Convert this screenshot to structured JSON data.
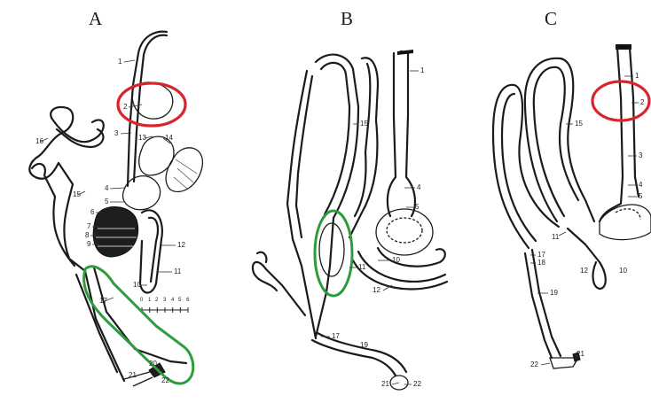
{
  "panels": [
    {
      "letter": "A"
    },
    {
      "letter": "B"
    },
    {
      "letter": "C"
    }
  ],
  "labels": {
    "A": [
      "1",
      "2",
      "3",
      "13",
      "14",
      "16",
      "15",
      "4",
      "5",
      "6",
      "7",
      "8",
      "9",
      "12",
      "11",
      "10",
      "17",
      "20",
      "21",
      "22"
    ],
    "B": [
      "1",
      "15",
      "4",
      "5",
      "10",
      "11",
      "12",
      "17",
      "19",
      "21",
      "22"
    ],
    "C": [
      "1",
      "2",
      "15",
      "3",
      "4",
      "5",
      "11",
      "17",
      "18",
      "12",
      "10",
      "19",
      "21",
      "22"
    ]
  },
  "highlight_colors": {
    "red": "#d9242b",
    "green": "#2c9c3c"
  },
  "scale_bar_ticks": [
    "0",
    "1",
    "2",
    "3",
    "4",
    "5",
    "6"
  ]
}
